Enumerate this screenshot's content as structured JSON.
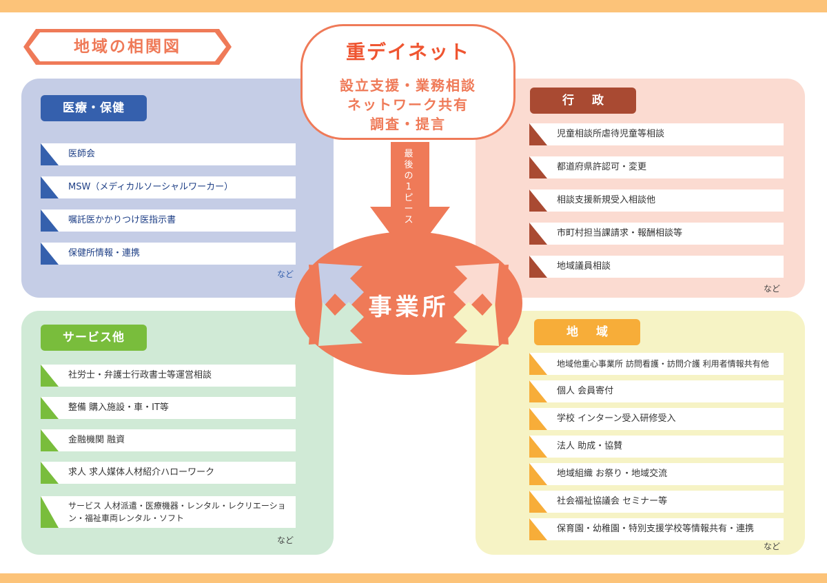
{
  "title": "地域の相関図",
  "network": {
    "name": "重デイネット",
    "lines": [
      "設立支援・業務相談",
      "ネットワーク共有",
      "調査・提言"
    ],
    "arrow_text": [
      "最",
      "後",
      "の",
      "1",
      "ピ",
      "ー",
      "ス"
    ]
  },
  "center": "事業所",
  "medical": {
    "label": "医療・保健",
    "items": [
      "医師会",
      "MSW（メディカルソーシャルワーカー）",
      "嘱託医かかりつけ医指示書",
      "保健所情報・連携"
    ],
    "etc": "など"
  },
  "government": {
    "label": "行政",
    "items": [
      "児童相談所虐待児童等相談",
      "都道府県許認可・変更",
      "相談支援新規受入相談他",
      "市町村担当課請求・報酬相談等",
      "地域議員相談"
    ],
    "etc": "など"
  },
  "services": {
    "label": "サービス他",
    "items": [
      "社労士・弁護士行政書士等運営相談",
      "整備 購入施設・車・IT等",
      "金融機関 融資",
      "求人 求人媒体人材紹介ハローワーク",
      "サービス 人材派遣・医療機器・レンタル・レクリエーション・福祉車両レンタル・ソフト"
    ],
    "etc": "など"
  },
  "region": {
    "label": "地域",
    "items": [
      "地域他重心事業所 訪問看護・訪問介護 利用者情報共有他",
      "個人 会員寄付",
      "学校 インターン受入研修受入",
      "法人 助成・協賛",
      "地域組織 お祭り・地域交流",
      "社会福祉協議会 セミナー等",
      "保育園・幼稚園・特別支援学校等情報共有・連携"
    ],
    "etc": "など"
  },
  "colors": {
    "top_bar": "#fcc379",
    "title_accent": "#ef7a58",
    "medical": "#3560ad",
    "government": "#a94a32",
    "services": "#79bd3c",
    "region": "#f7ad39",
    "center": "#ef7a58"
  }
}
